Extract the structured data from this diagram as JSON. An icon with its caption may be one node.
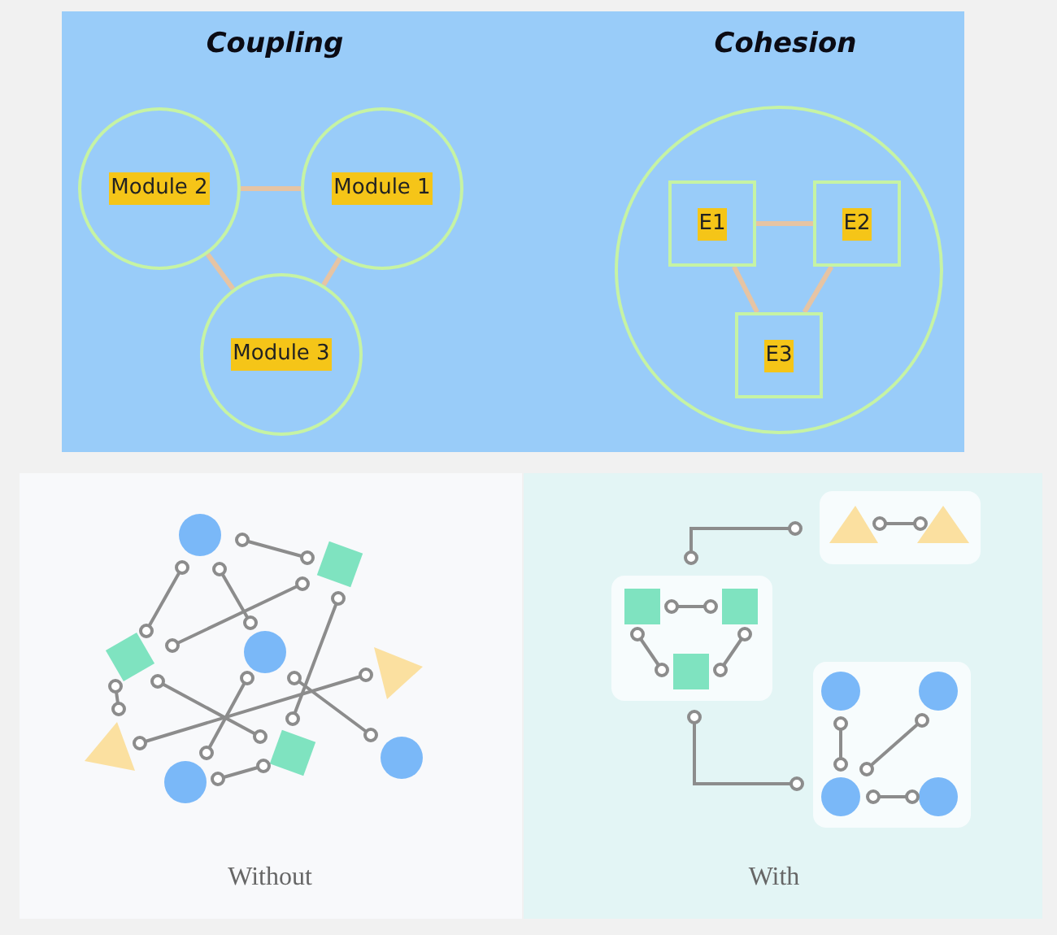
{
  "diagram": {
    "nodes": [
      {
        "text": [
          "Module 2"
        ]
      },
      {
        "text": [
          "Module 1"
        ]
      },
      {
        "text": [
          "Module 3"
        ]
      },
      {
        "text": [],
        "shape": "circle"
      },
      {
        "text": [
          "E1"
        ],
        "in": 3
      },
      {
        "text": [
          "E2"
        ],
        "in": 3
      },
      {
        "text": [
          "E3"
        ],
        "in": 3
      }
    ],
    "edges": [
      {
        "from": 0,
        "to": 1,
        "arrow": "none"
      },
      {
        "from": 0,
        "to": 2,
        "arrow": "none"
      },
      {
        "from": 1,
        "to": 2,
        "arrow": "none"
      },
      {
        "from": 4,
        "to": 5,
        "arrow": "none"
      },
      {
        "from": 4,
        "to": 6,
        "arrow": "none"
      },
      {
        "from": 5,
        "to": 6,
        "arrow": "none"
      }
    ],
    "labels": [
      "Coupling",
      "Cohesion",
      "Without",
      "With"
    ]
  }
}
